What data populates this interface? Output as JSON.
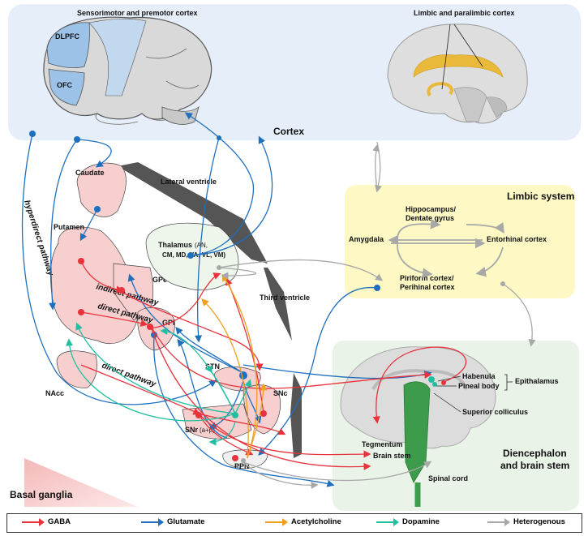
{
  "regions": {
    "cortex": {
      "title": "Cortex",
      "sensorimotor": "Sensorimotor and premotor cortex",
      "limbic": "Limbic and paralimbic cortex",
      "dlpfc": "DLPFC",
      "ofc": "OFC"
    },
    "limbic_system": {
      "title": "Limbic system",
      "hippocampus": "Hippocampus/",
      "dentate": "Dentate gyrus",
      "amygdala": "Amygdala",
      "entorhinal": "Entorhinal cortex",
      "piriform": "Piriform cortex/",
      "perihinal": "Perihinal cortex"
    },
    "diencephalon": {
      "title1": "Diencephalon",
      "title2": "and brain stem",
      "habenula": "Habenula",
      "pineal": "Pineal body",
      "epithalamus": "Epithalamus",
      "superior_colliculus": "Superior colliculus",
      "tegmentum": "Tegmentum",
      "brain_stem": "Brain stem",
      "spinal_cord": "Spinal cord"
    },
    "basal_ganglia": {
      "title": "Basal ganglia",
      "caudate": "Caudate",
      "putamen": "Putamen",
      "gpe": "GPe",
      "gpi": "GPi",
      "nacc": "NAcc",
      "stn": "STN",
      "snc": "SNc",
      "snr": "SNr",
      "snr_sub": "(a+p)",
      "ppn": "PPN",
      "lateral_ventricle": "Lateral ventricle",
      "third_ventricle": "Third ventricle",
      "thalamus": "Thalamus",
      "thalamus_sub1": "(AN,",
      "thalamus_sub2": "CM, MD, VA, VL, VM)"
    }
  },
  "pathways": {
    "hyperdirect": "hyperdirect pathway",
    "indirect": "indirect pathway",
    "direct1": "direct pathway",
    "direct2": "direct pathway"
  },
  "legend": [
    {
      "label": "GABA",
      "color": "#e8323c"
    },
    {
      "label": "Glutamate",
      "color": "#1f6fbf"
    },
    {
      "label": "Acetylcholine",
      "color": "#f0a020"
    },
    {
      "label": "Dopamine",
      "color": "#1fbfa0"
    },
    {
      "label": "Heterogenous",
      "color": "#a8a8a8"
    }
  ]
}
